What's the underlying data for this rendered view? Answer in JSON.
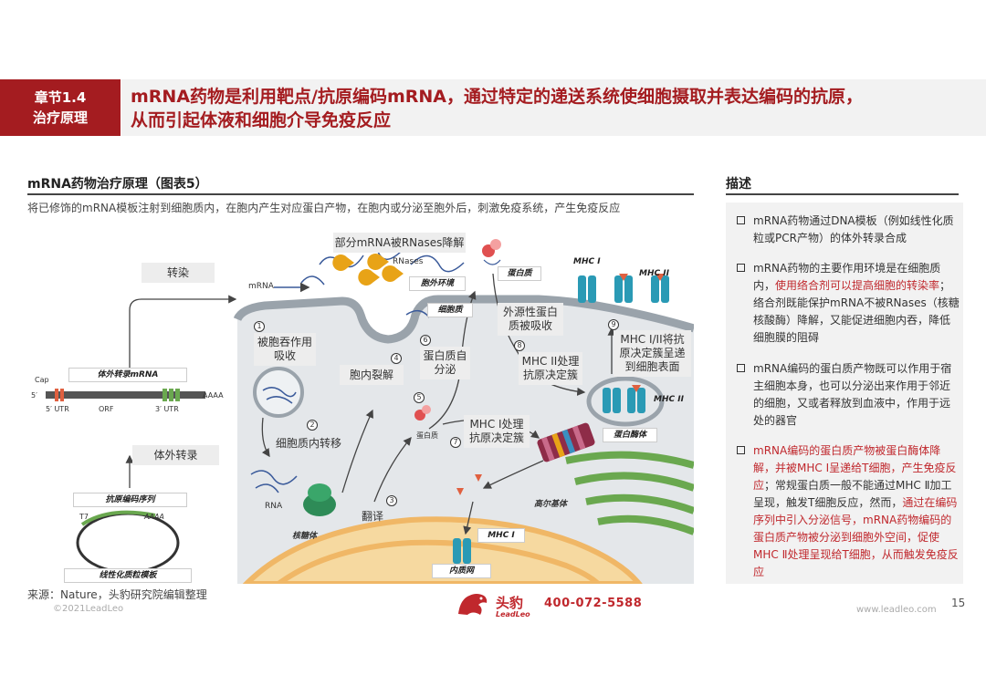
{
  "header": {
    "chapter_line1": "章节1.4",
    "chapter_line2": "治疗原理",
    "title_line1": "mRNA药物是利用靶点/抗原编码mRNA，通过特定的递送系统使细胞摄取并表达编码的抗原，",
    "title_line2": "从而引起体液和细胞介导免疫反应"
  },
  "figure": {
    "title": "mRNA药物治疗原理（图表5）",
    "subtitle": "将已修饰的mRNA模板注射到细胞质内，在胞内产生对应蛋白产物，在胞内或分泌至胞外后，刺激免疫系统，产生免疫反应",
    "source": "来源：Nature，头豹研究院编辑整理",
    "copyright": "©2021LeadLeo"
  },
  "diagram": {
    "transfection": "转染",
    "mrna": "mRNA",
    "ivt_mrna": "体外转录mRNA",
    "cap": "Cap",
    "five_prime": "5′",
    "five_utr": "5′ UTR",
    "orf": "ORF",
    "three_utr": "3′ UTR",
    "polya": "AAAA",
    "ivt": "体外转录",
    "antigen_seq": "抗原编码序列",
    "t7": "T7",
    "polya2": "AAAA",
    "linear_plasmid": "线性化质粒模板",
    "rnase_degrade": "部分mRNA被RNases降解",
    "rnases": "RNases",
    "extracellular": "胞外环境",
    "cytoplasm": "细胞质",
    "protein_top": "蛋白质",
    "mhc_i_top": "MHC I",
    "mhc_ii_top": "MHC II",
    "step1_num": "1",
    "step1": "被胞吞作用吸收",
    "step2_num": "2",
    "step2": "细胞质内转移",
    "step3_num": "3",
    "step3": "翻译",
    "step4_num": "4",
    "step4": "胞内裂解",
    "step5_num": "5",
    "protein_small": "蛋白质",
    "step6_num": "6",
    "step6": "蛋白质自分泌",
    "step7_num": "7",
    "step7": "MHC I处理抗原决定簇",
    "step8_num": "8",
    "step8": "MHC II处理抗原决定簇",
    "step9_num": "9",
    "step9": "MHC I/II将抗原决定簇呈递到细胞表面",
    "exo_protein": "外源性蛋白质被吸收",
    "mhc_ii_mid": "MHC II",
    "proteasome": "蛋白酶体",
    "rna": "RNA",
    "ribosome": "核糖体",
    "golgi": "高尔基体",
    "mhc_i_bottom": "MHC I",
    "er": "内质网"
  },
  "description": {
    "title": "描述",
    "bullets": [
      {
        "text": "mRNA药物通过DNA模板（例如线性化质粒或PCR产物）的体外转录合成"
      },
      {
        "pre": "mRNA药物的主要作用环境是在细胞质内，",
        "red": "使用络合剂可以提高细胞的转染率",
        "post": "；络合剂既能保护mRNA不被RNases（核糖核酸酶）降解，又能促进细胞内吞，降低细胞膜的阻碍"
      },
      {
        "text": "mRNA编码的蛋白质产物既可以作用于宿主细胞本身，也可以分泌出来作用于邻近的细胞，又或者释放到血液中，作用于远处的器官"
      },
      {
        "red1": "mRNA编码的蛋白质产物被蛋白酶体降解，并被MHC Ⅰ呈递给T细胞，产生免疫反应",
        "mid": "；常规蛋白质一般不能通过MHC Ⅱ加工呈现，触发T细胞反应，然而，",
        "red2": "通过在编码序列中引入分泌信号，mRNA药物编码的蛋白质产物被分泌到细胞外空间，促使MHC Ⅱ处理呈现给T细胞，从而触发免疫反应"
      }
    ]
  },
  "footer": {
    "logo_cn": "头豹",
    "logo_en": "LeadLeo",
    "phone": "400-072-5588",
    "website": "www.leadleo.com",
    "page": "15"
  },
  "colors": {
    "brand_red": "#a41c20",
    "accent_red": "#c0282d",
    "panel_gray": "#f2f2f2",
    "mhc_teal": "#2a9ab5",
    "membrane_gray": "#9aa3ab",
    "golgi_green": "#6aa84f",
    "er_orange": "#f0b766",
    "rnase_gold": "#e8a317"
  }
}
